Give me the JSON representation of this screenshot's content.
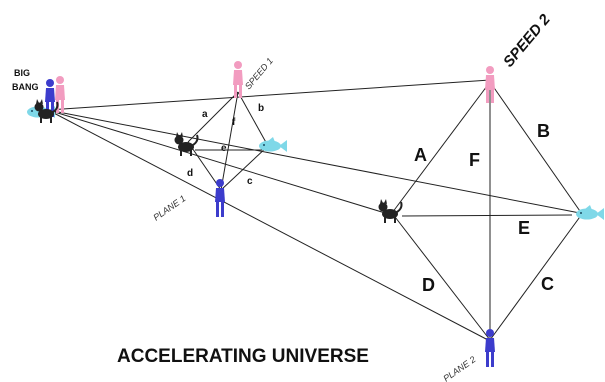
{
  "title": "ACCELERATING UNIVERSE",
  "origin_label": [
    "BIG",
    "BANG"
  ],
  "small_figure": {
    "speed_label": "SPEED 1",
    "plane_label": "PLANE 1",
    "edges": [
      "a",
      "b",
      "c",
      "d",
      "e",
      "f"
    ]
  },
  "large_figure": {
    "speed_label": "SPEED 2",
    "plane_label": "PLANE 2",
    "edges": [
      "A",
      "B",
      "C",
      "D",
      "E",
      "F"
    ]
  },
  "colors": {
    "pink_person": "#f29cc0",
    "blue_person": "#3c3ccc",
    "cat": "#222222",
    "fish": "#7fd8e8",
    "line": "#222222"
  },
  "icons": [
    "pink-person-icon",
    "blue-person-icon",
    "cat-icon",
    "fish-icon"
  ]
}
